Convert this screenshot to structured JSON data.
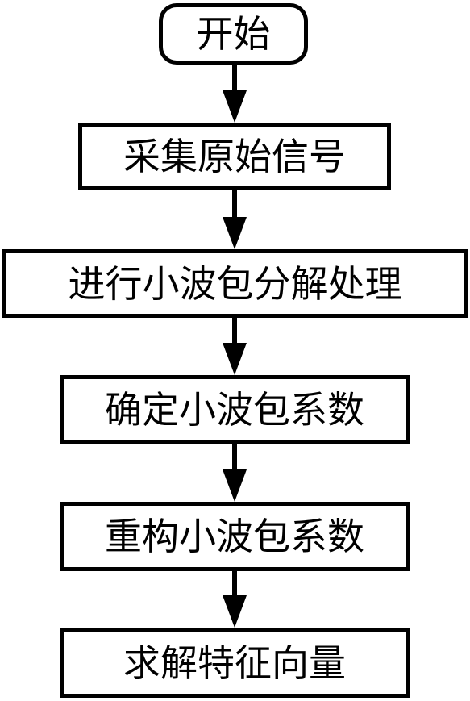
{
  "flowchart": {
    "start": "开始",
    "steps": [
      "采集原始信号",
      "进行小波包分解处理",
      "确定小波包系数",
      "重构小波包系数",
      "求解特征向量"
    ]
  }
}
